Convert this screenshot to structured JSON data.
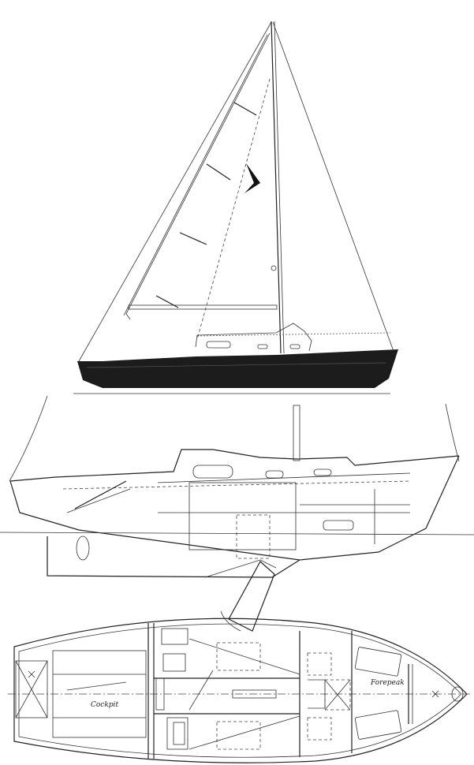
{
  "drawing": {
    "views": [
      {
        "id": "sail-plan",
        "label": ""
      },
      {
        "id": "inboard-profile",
        "label": ""
      },
      {
        "id": "accommodation-plan",
        "label": ""
      }
    ],
    "labels": {
      "cockpit": "Cockpit",
      "forepeak": "Forepeak"
    },
    "colors": {
      "hull": "#1c1c1c",
      "line": "#222222",
      "background": "#ffffff"
    }
  }
}
